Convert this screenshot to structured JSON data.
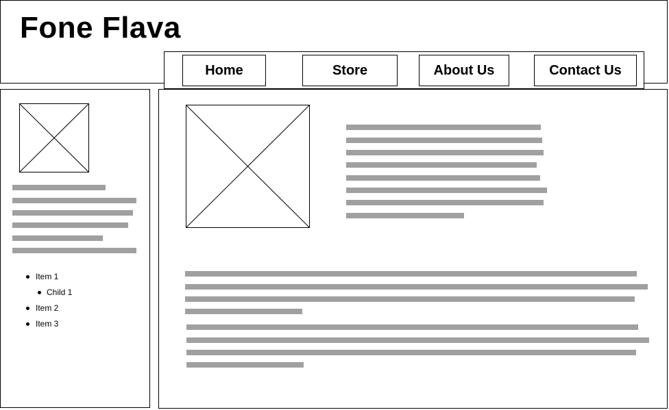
{
  "header": {
    "title": "Fone Flava"
  },
  "nav": {
    "items": [
      "Home",
      "Store",
      "About Us",
      "Contact Us"
    ]
  },
  "sidebar": {
    "list": {
      "item1": "Item 1",
      "child1": "Child 1",
      "item2": "Item 2",
      "item3": "Item 3"
    }
  },
  "colors": {
    "text_placeholder": "#a0a0a0",
    "border": "#000000",
    "background": "#ffffff"
  }
}
